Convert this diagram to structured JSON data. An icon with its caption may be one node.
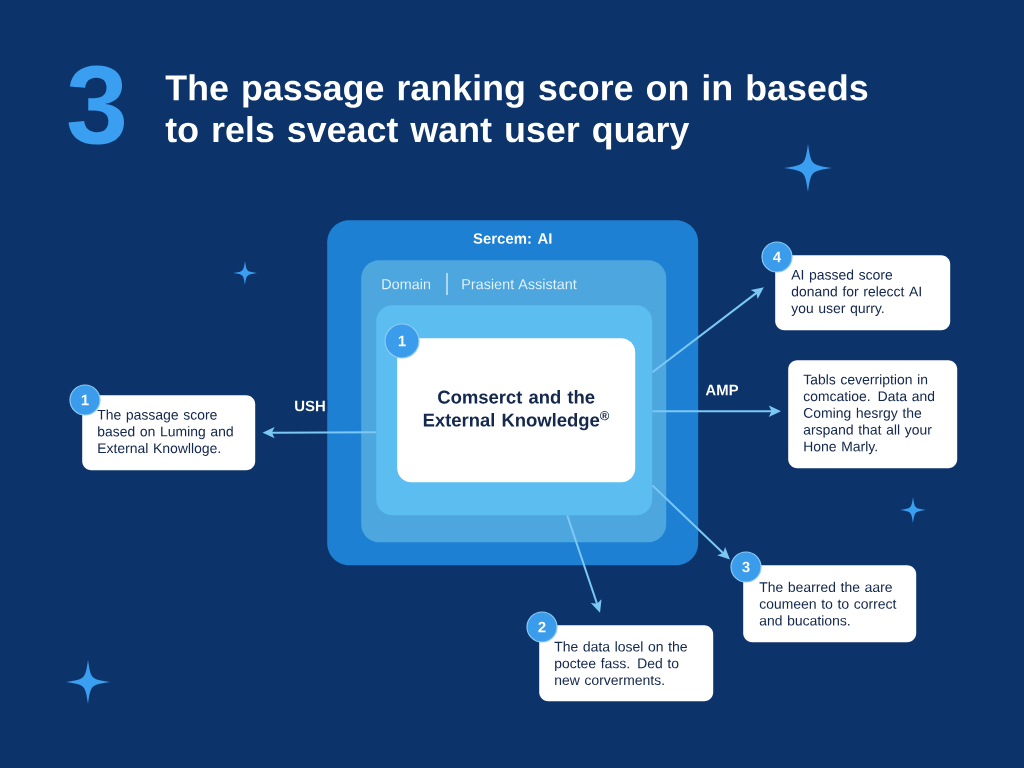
{
  "diagram": {
    "title": "The passage ranking score on in baseds to rels sveact want user quary",
    "nodes": [
      {
        "text": [
          "Sercem: AI"
        ]
      },
      {
        "text": [
          "Domain",
          "Prasient Assistant"
        ],
        "in": 0
      },
      {
        "text": [],
        "shape": "box",
        "in": 1
      },
      {
        "text": [
          "1",
          "Comserct and the External Knowledge$^{®}$"
        ],
        "in": 2
      },
      {
        "text": [
          "1",
          "The passage score based on Luming and External Knowlloge."
        ]
      },
      {
        "text": [
          "4",
          "AI passed score donand for relecct AI you user qurry."
        ]
      },
      {
        "text": [
          "Tabls ceverription in comcatioe. Data and Coming hesrgy the arspand that all your Hone Marly."
        ]
      },
      {
        "text": [
          "3",
          "The bearred the aare coumeen to to correct and bucations."
        ]
      },
      {
        "text": [
          "2",
          "The data losel on the poctee fass. Ded to new corverments."
        ]
      }
    ],
    "edges": [
      {
        "from": 2,
        "to": 4,
        "arrow": "to",
        "label": "USH"
      },
      {
        "from": 2,
        "to": 5,
        "arrow": "to"
      },
      {
        "from": 2,
        "to": 6,
        "arrow": "to",
        "label": "AMP"
      },
      {
        "from": 2,
        "to": 7,
        "arrow": "to"
      },
      {
        "from": 2,
        "to": 8,
        "arrow": "to"
      }
    ],
    "labels": [
      "3"
    ]
  }
}
